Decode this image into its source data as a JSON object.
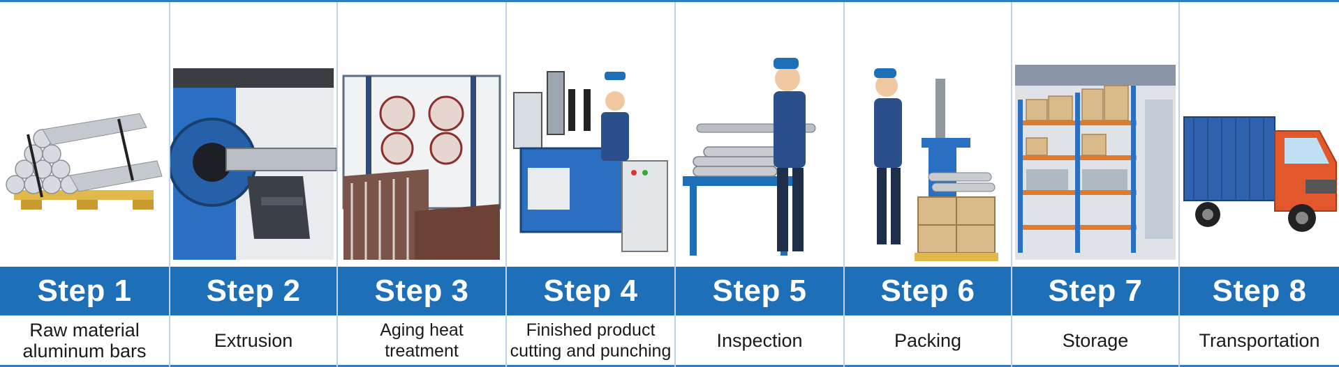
{
  "steps": [
    {
      "label": "Step 1",
      "caption": "Raw material\naluminum bars",
      "icon": "aluminum-bars-bundle"
    },
    {
      "label": "Step 2",
      "caption": "Extrusion",
      "icon": "extrusion-press"
    },
    {
      "label": "Step 3",
      "caption": "Aging heat treatment",
      "icon": "aging-oven"
    },
    {
      "label": "Step 4",
      "caption": "Finished product\ncutting and punching",
      "icon": "cutting-punching-machine"
    },
    {
      "label": "Step 5",
      "caption": "Inspection",
      "icon": "inspection-worker"
    },
    {
      "label": "Step 6",
      "caption": "Packing",
      "icon": "packing-station"
    },
    {
      "label": "Step 7",
      "caption": "Storage",
      "icon": "warehouse-racks"
    },
    {
      "label": "Step 8",
      "caption": "Transportation",
      "icon": "delivery-truck"
    }
  ],
  "colors": {
    "accent": "#1d6fb8",
    "frame": "#2d7fc1",
    "divider": "#bcd3e8"
  }
}
